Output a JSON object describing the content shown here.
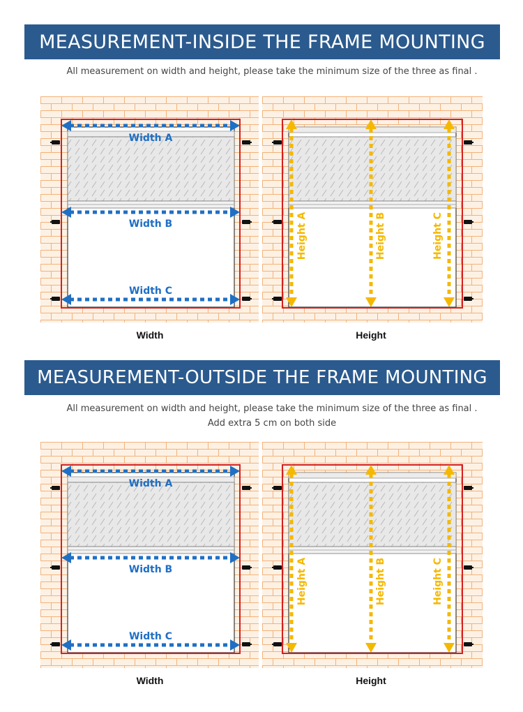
{
  "sections": [
    {
      "title": "MEASUREMENT-INSIDE THE FRAME MOUNTING",
      "note_lines": [
        "All measurement on width and height, please take the minimum size of the three as final ."
      ],
      "width_labels": [
        "Width A",
        "Width B",
        "Width C"
      ],
      "height_labels": [
        "Height A",
        "Height B",
        "Height C"
      ],
      "captions": {
        "width": "Width",
        "height": "Height"
      }
    },
    {
      "title": "MEASUREMENT-OUTSIDE THE FRAME MOUNTING",
      "note_lines": [
        "All measurement on width and height, please take the minimum size of the three as final .",
        "Add extra 5 cm on both side"
      ],
      "width_labels": [
        "Width A",
        "Width B",
        "Width C"
      ],
      "height_labels": [
        "Height A",
        "Height B",
        "Height C"
      ],
      "captions": {
        "width": "Width",
        "height": "Height"
      }
    }
  ],
  "colors": {
    "banner": "#2b5a8e",
    "brick_fill": "#fdf1e4",
    "brick_line": "#f2b27a",
    "frame_red": "#d42020",
    "width_arrow": "#1f6fc5",
    "height_arrow": "#f5b800"
  },
  "icons": [
    "wall-bracket-icon",
    "dotted-double-arrow-icon"
  ]
}
